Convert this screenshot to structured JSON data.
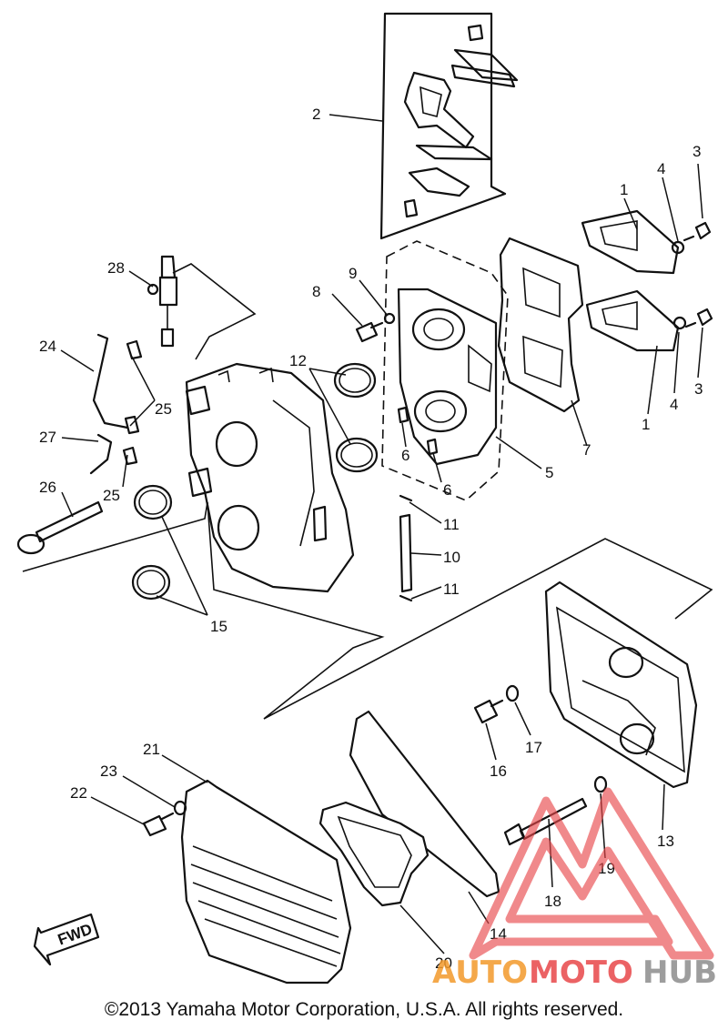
{
  "callouts": [
    {
      "id": "c1a",
      "text": "1"
    },
    {
      "id": "c1b",
      "text": "1"
    },
    {
      "id": "c2",
      "text": "2"
    },
    {
      "id": "c3a",
      "text": "3"
    },
    {
      "id": "c3b",
      "text": "3"
    },
    {
      "id": "c4a",
      "text": "4"
    },
    {
      "id": "c4b",
      "text": "4"
    },
    {
      "id": "c5",
      "text": "5"
    },
    {
      "id": "c6a",
      "text": "6"
    },
    {
      "id": "c6b",
      "text": "6"
    },
    {
      "id": "c7",
      "text": "7"
    },
    {
      "id": "c8",
      "text": "8"
    },
    {
      "id": "c9",
      "text": "9"
    },
    {
      "id": "c10",
      "text": "10"
    },
    {
      "id": "c11a",
      "text": "11"
    },
    {
      "id": "c11b",
      "text": "11"
    },
    {
      "id": "c12",
      "text": "12"
    },
    {
      "id": "c13",
      "text": "13"
    },
    {
      "id": "c14",
      "text": "14"
    },
    {
      "id": "c15",
      "text": "15"
    },
    {
      "id": "c16",
      "text": "16"
    },
    {
      "id": "c17",
      "text": "17"
    },
    {
      "id": "c18",
      "text": "18"
    },
    {
      "id": "c19",
      "text": "19"
    },
    {
      "id": "c20",
      "text": "20"
    },
    {
      "id": "c21",
      "text": "21"
    },
    {
      "id": "c22",
      "text": "22"
    },
    {
      "id": "c23",
      "text": "23"
    },
    {
      "id": "c24",
      "text": "24"
    },
    {
      "id": "c25a",
      "text": "25"
    },
    {
      "id": "c25b",
      "text": "25"
    },
    {
      "id": "c26",
      "text": "26"
    },
    {
      "id": "c27",
      "text": "27"
    },
    {
      "id": "c28",
      "text": "28"
    }
  ],
  "fwd_label": "FWD",
  "watermark": {
    "part1": "AUTO",
    "part2": "MOTO",
    "part3": "HUB"
  },
  "copyright": "©2013 Yamaha Motor Corporation, U.S.A. All rights reserved.",
  "colors": {
    "ink": "#111111",
    "watermark_red": "#e8474a",
    "watermark_orange": "#f39a2b",
    "watermark_gray": "#8c8c8c"
  }
}
